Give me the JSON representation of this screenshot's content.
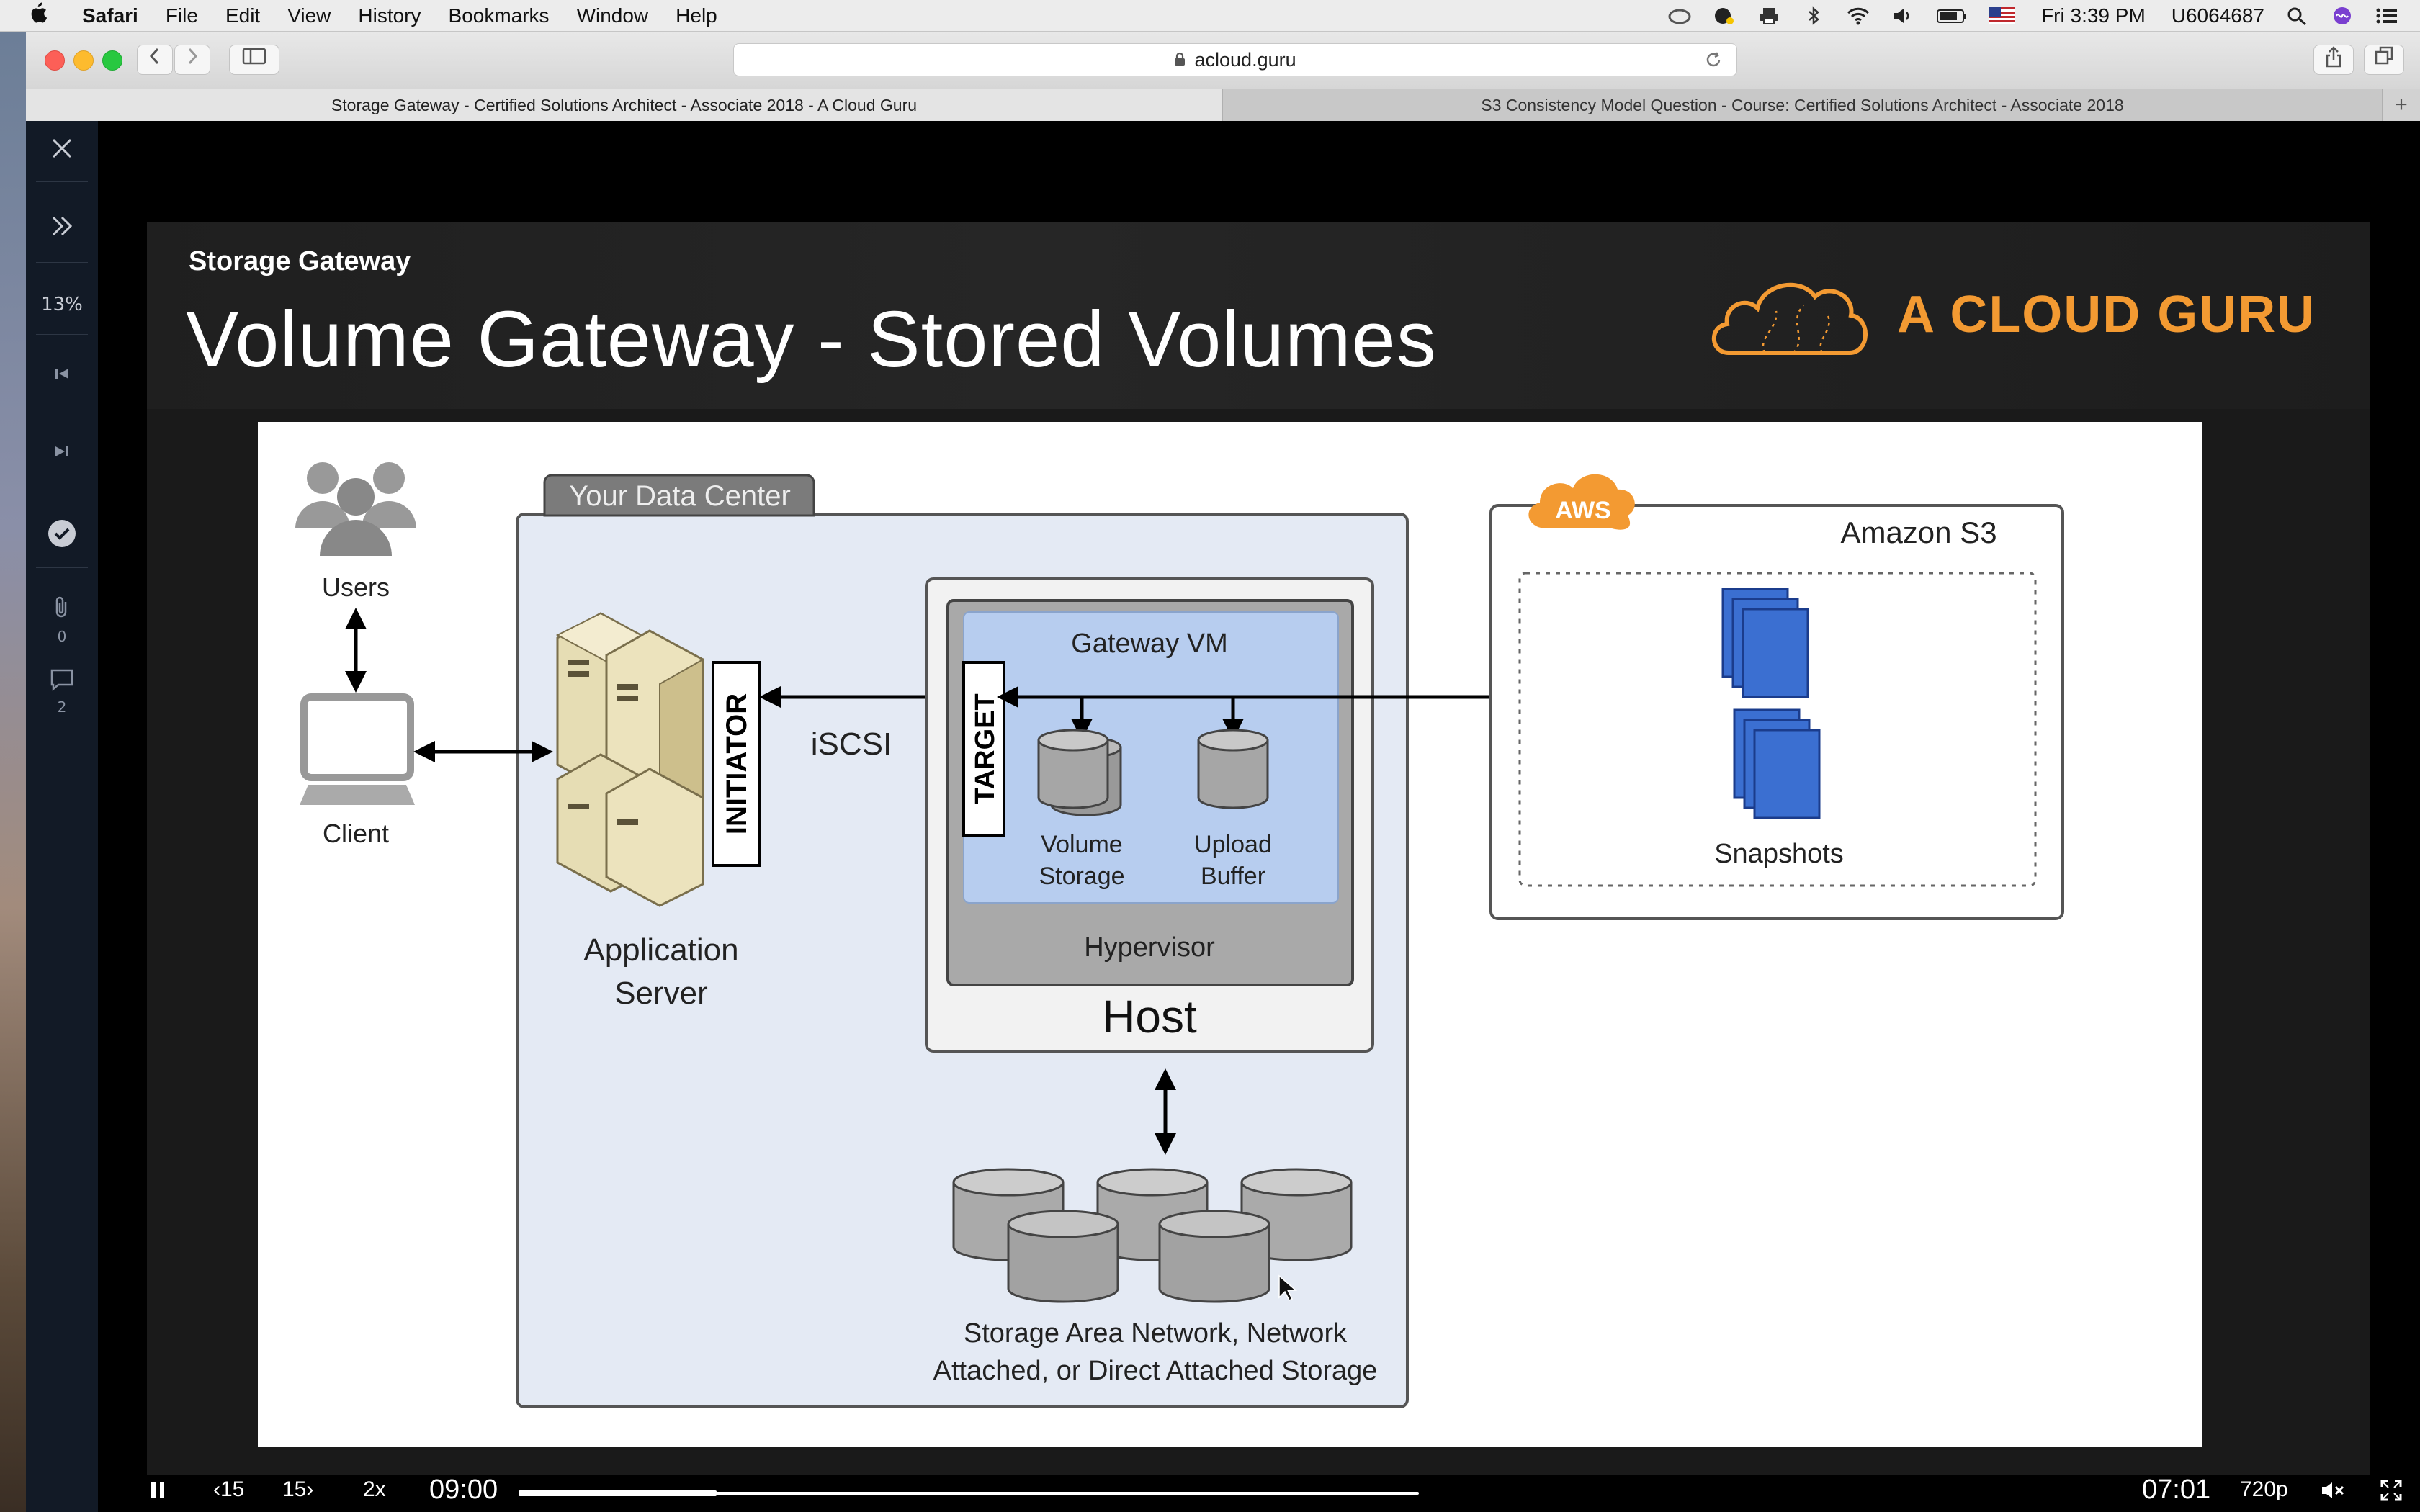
{
  "menubar": {
    "apple": "",
    "app_name": "Safari",
    "items": [
      "File",
      "Edit",
      "View",
      "History",
      "Bookmarks",
      "Window",
      "Help"
    ],
    "clock": "Fri 3:39 PM",
    "user": "U6064687"
  },
  "browser": {
    "url": "acloud.guru",
    "tabs": [
      {
        "label": "Storage Gateway - Certified Solutions Architect - Associate 2018 - A Cloud Guru",
        "active": true
      },
      {
        "label": "S3 Consistency Model Question - Course: Certified Solutions Architect - Associate 2018",
        "active": false
      }
    ],
    "new_tab": "+"
  },
  "sidebar": {
    "close": "✕",
    "expand": "»",
    "progress": "13%",
    "attachments_count": "0",
    "comments_count": "2"
  },
  "slide": {
    "subtitle": "Storage Gateway",
    "title": "Volume Gateway - Stored Volumes",
    "brand": "A CLOUD GURU",
    "diagram": {
      "users": "Users",
      "client": "Client",
      "data_center": "Your Data Center",
      "initiator": "INITIATOR",
      "app_server_line1": "Application",
      "app_server_line2": "Server",
      "iscsi": "iSCSI",
      "target": "TARGET",
      "gateway_vm": "Gateway VM",
      "volume_storage_line1": "Volume",
      "volume_storage_line2": "Storage",
      "upload_buffer_line1": "Upload",
      "upload_buffer_line2": "Buffer",
      "hypervisor": "Hypervisor",
      "host": "Host",
      "aws": "AWS",
      "amazon_s3": "Amazon S3",
      "snapshots": "Snapshots",
      "storage_line1": "Storage Area Network, Network",
      "storage_line2": "Attached, or Direct Attached Storage"
    }
  },
  "controls": {
    "skip_back": "‹15",
    "skip_forward": "15›",
    "speed": "2x",
    "duration": "09:00",
    "remaining": "07:01",
    "quality": "720p",
    "progress": 0.22
  },
  "colors": {
    "brand_orange": "#f39a32",
    "sidebar_bg": "#121a26",
    "vm_blue": "#b7cdef",
    "snapshot_blue": "#3b6fd1"
  }
}
